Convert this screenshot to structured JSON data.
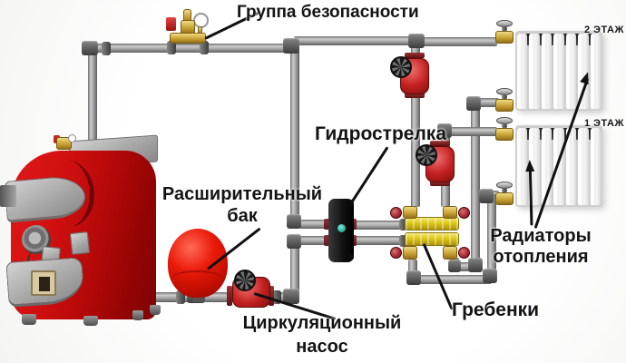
{
  "labels": {
    "safety_group": "Группа безопасности",
    "hydro_separator": "Гидрострелка",
    "expansion_tank_line1": "Расширительный",
    "expansion_tank_line2": "бак",
    "radiators_line1": "Радиаторы",
    "radiators_line2": "отопления",
    "manifolds": "Гребенки",
    "circulation_pump_line1": "Циркуляционный",
    "circulation_pump_line2": "насос",
    "floor_2": "2 ЭТАЖ",
    "floor_1": "1 ЭТАЖ"
  },
  "colors": {
    "boiler_red": "#c00f0f",
    "expansion_tank_red": "#d91405",
    "pump_red": "#c32020",
    "pipe_gray": "#9a9a9a",
    "fitting_dark_gray": "#4f4f4f",
    "brass": "#c9a73b",
    "manifold_yellow": "#d9c41c",
    "valve_handle_red": "#9c2430",
    "separator_black": "#161616",
    "separator_indicator_teal": "#2fb9a8",
    "radiator_white": "#f3f3f3",
    "label_text": "#141414"
  }
}
